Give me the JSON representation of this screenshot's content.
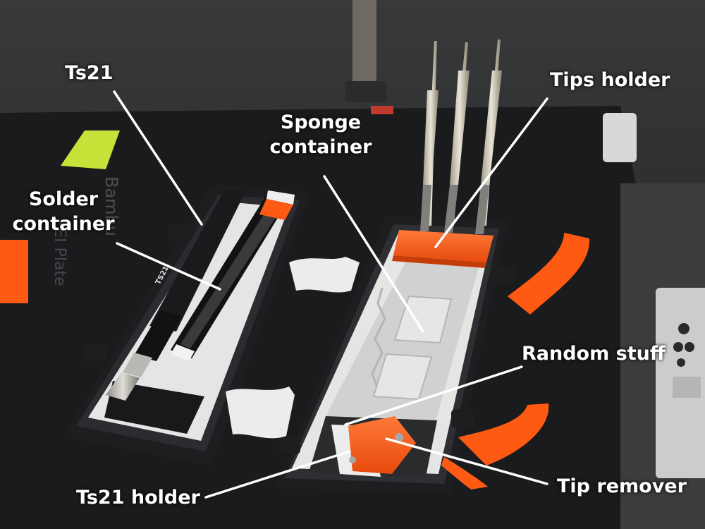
{
  "labels": {
    "ts21": "Ts21",
    "solder_container_line1": "Solder",
    "solder_container_line2": "container",
    "sponge_container_line1": "Sponge",
    "sponge_container_line2": "container",
    "tips_holder": "Tips holder",
    "random_stuff": "Random stuff",
    "ts21_holder": "Ts21 holder",
    "tip_remover": "Tip remover"
  },
  "plate_text": {
    "brand": "Bambu",
    "plate": "PEI Plate"
  },
  "iron_marking": "TS21",
  "colors": {
    "accent_orange": "#ff5a14",
    "case_black": "#1d1e20",
    "liner_white": "#e9eaea",
    "lime": "#c9e23a",
    "label_text": "#ffffff"
  }
}
